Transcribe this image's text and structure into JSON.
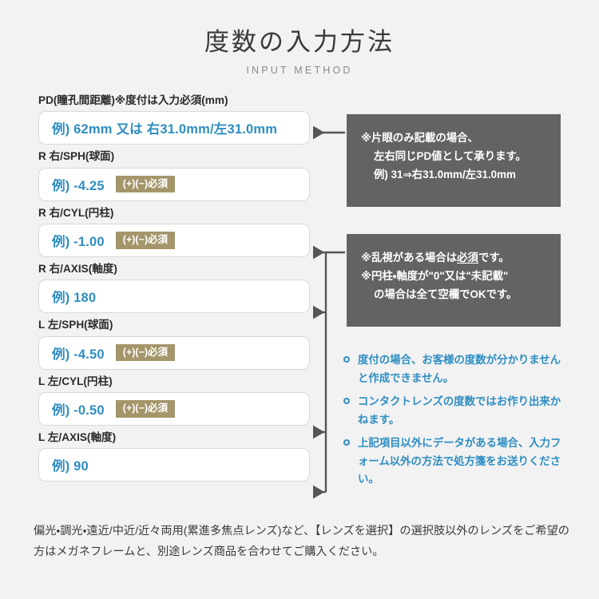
{
  "header": {
    "title_ja": "度数の入力方法",
    "title_en": "INPUT METHOD"
  },
  "colors": {
    "background": "#f2f2f2",
    "field_value_blue": "#2e8ec2",
    "required_badge": "#a4966a",
    "callout_bg": "#636363",
    "connector": "#555555",
    "label_text": "#2b2b2b"
  },
  "form": {
    "fields": [
      {
        "id": "pd",
        "label": "PD(瞳孔間距離)※度付は入力必須(mm)",
        "value": "例) 62mm 又は 右31.0mm/左31.0mm",
        "badge": null,
        "has_arrow": true
      },
      {
        "id": "r-sph",
        "label": "R 右/SPH(球面)",
        "value": "例) -4.25",
        "badge": "(+)(−)必須",
        "has_arrow": false
      },
      {
        "id": "r-cyl",
        "label": "R 右/CYL(円柱)",
        "value": "例) -1.00",
        "badge": "(+)(−)必須",
        "has_arrow": true
      },
      {
        "id": "r-axis",
        "label": "R 右/AXIS(軸度)",
        "value": "例) 180",
        "badge": null,
        "has_arrow": true
      },
      {
        "id": "l-sph",
        "label": "L 左/SPH(球面)",
        "value": "例) -4.50",
        "badge": "(+)(−)必須",
        "has_arrow": false
      },
      {
        "id": "l-cyl",
        "label": "L 左/CYL(円柱)",
        "value": "例) -0.50",
        "badge": "(+)(−)必須",
        "has_arrow": true
      },
      {
        "id": "l-axis",
        "label": "L 左/AXIS(軸度)",
        "value": "例) 90",
        "badge": null,
        "has_arrow": true
      }
    ]
  },
  "callouts": {
    "pd": {
      "line1": "※片眼のみ記載の場合、",
      "line2": "左右同じPD値として承ります。",
      "line3": "例) 31⇒右31.0mm/左31.0mm"
    },
    "cyl": {
      "line1_pre": "※乱視がある場合は",
      "line1_underline": "必須",
      "line1_post": "です。",
      "line2": "※円柱・軸度が\"0\"又は\"未記載\"",
      "line3": "の場合は全て空欄でOKです。"
    }
  },
  "notes": [
    "度付の場合、お客様の度数が分かりませんと作成できません。",
    "コンタクトレンズの度数ではお作り出来かねます。",
    "上記項目以外にデータがある場合、入力フォーム以外の方法で処方箋をお送りください。"
  ],
  "footnote": "偏光・調光・遠近/中近/近々両用(累進多焦点レンズ)など、【レンズを選択】の選択肢以外のレンズをご希望の方はメガネフレームと、別途レンズ商品を合わせてご購入ください。"
}
